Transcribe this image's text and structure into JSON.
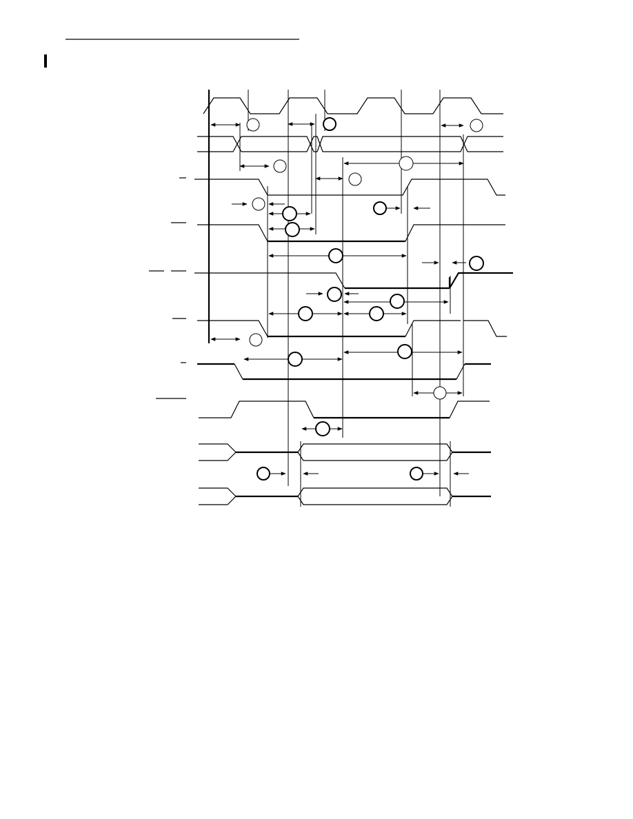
{
  "header": {
    "rule": "header-rule",
    "section_marker": "section-marker"
  },
  "diagram": {
    "kind": "timing-diagram",
    "signal_rows": 10,
    "timing_callouts": 23
  },
  "colors": {
    "ink": "#000000",
    "background": "#ffffff"
  }
}
